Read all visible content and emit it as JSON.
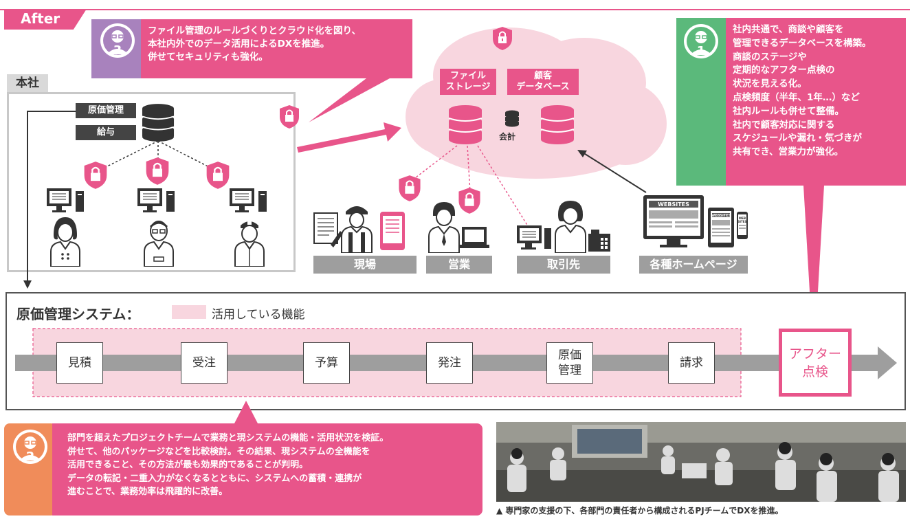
{
  "header": {
    "tag": "After"
  },
  "bubble3": {
    "badge": "3",
    "lines": [
      "ファイル管理のルールづくりとクラウド化を図り、",
      "本社内外でのデータ活用によるDXを推進。",
      "併せてセキュリティも強化。"
    ]
  },
  "bubble1": {
    "badge": "1",
    "lines": [
      "社内共通で、商談や顧客を",
      "管理できるデータベースを構築。",
      "商談のステージや",
      "定期的なアフター点検の",
      "状況を見える化。",
      "点検頻度（半年、1年…）など",
      "社内ルールも併せて整備。",
      "社内で顧客対応に関する",
      "スケジュールや漏れ・気づきが",
      "共有でき、営業力が強化。"
    ]
  },
  "bubble2": {
    "badge": "2",
    "lines": [
      "部門を超えたプロジェクトチームで業務と現システムの機能・活用状況を検証。",
      "併せて、他のパッケージなどを比較検討。その結果、現システムの全機能を",
      "活用できること、その方法が最も効果的であることが判明。",
      "データの転記・二重入力がなくなるとともに、システムへの蓄積・連携が",
      "進むことで、業務効率は飛躍的に改善。"
    ]
  },
  "hq": {
    "label": "本社",
    "cost_label": "原価管理",
    "salary_label": "給与"
  },
  "cloud": {
    "file_storage": "ファイル\nストレージ",
    "customer_db": "顧客\nデータベース",
    "accounting": "会計"
  },
  "sites": {
    "genba": "現場",
    "eigyo": "営業",
    "torihikisaki": "取引先",
    "homepages": "各種ホームページ"
  },
  "website_labels": {
    "large": "WEBSITES",
    "tablet": "WEBSITES",
    "phone_1": "WEB",
    "phone_2": "SITES"
  },
  "system": {
    "title": "原価管理システム：",
    "legend": "活用している機能",
    "steps": [
      "見積",
      "受注",
      "予算",
      "発注",
      "原価\n管理",
      "請求"
    ],
    "highlight_step": "アフター\n点検"
  },
  "photo": {
    "caption": "▲ 専門家の支援の下、各部門の責任者から構成されるPJチームでDXを推進。"
  },
  "colors": {
    "pink": "#e8558a",
    "green": "#5bb97b",
    "purple": "#a882bd",
    "orange": "#f08c5a",
    "light_pink": "#f8d6df",
    "grey": "#9e9e9e"
  }
}
